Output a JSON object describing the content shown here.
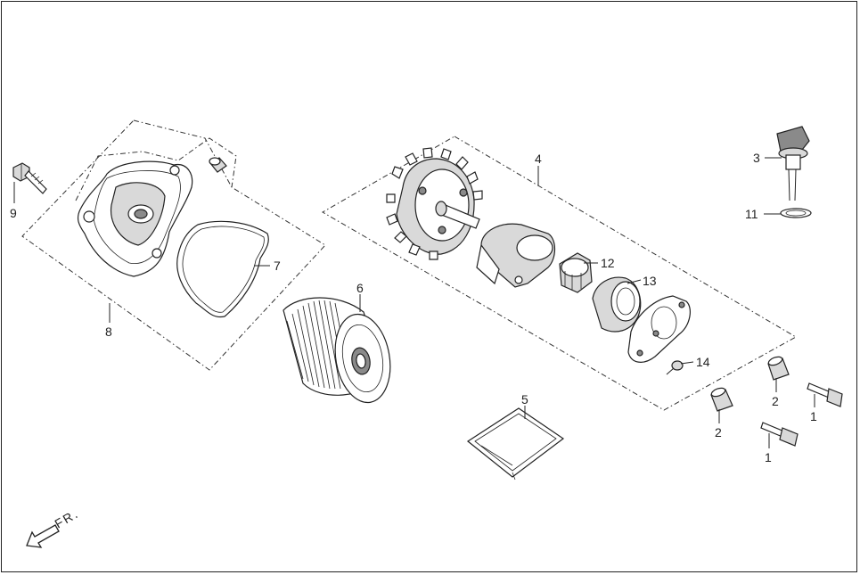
{
  "diagram": {
    "callouts": [
      {
        "id": "c9",
        "text": "9"
      },
      {
        "id": "c8",
        "text": "8"
      },
      {
        "id": "c7",
        "text": "7"
      },
      {
        "id": "c6",
        "text": "6"
      },
      {
        "id": "c5",
        "text": "5"
      },
      {
        "id": "c4",
        "text": "4"
      },
      {
        "id": "c3",
        "text": "3"
      },
      {
        "id": "c11",
        "text": "11"
      },
      {
        "id": "c12",
        "text": "12"
      },
      {
        "id": "c13",
        "text": "13"
      },
      {
        "id": "c14",
        "text": "14"
      },
      {
        "id": "c2a",
        "text": "2"
      },
      {
        "id": "c2b",
        "text": "2"
      },
      {
        "id": "c1a",
        "text": "1"
      },
      {
        "id": "c1b",
        "text": "1"
      }
    ],
    "direction_label": "FR."
  }
}
